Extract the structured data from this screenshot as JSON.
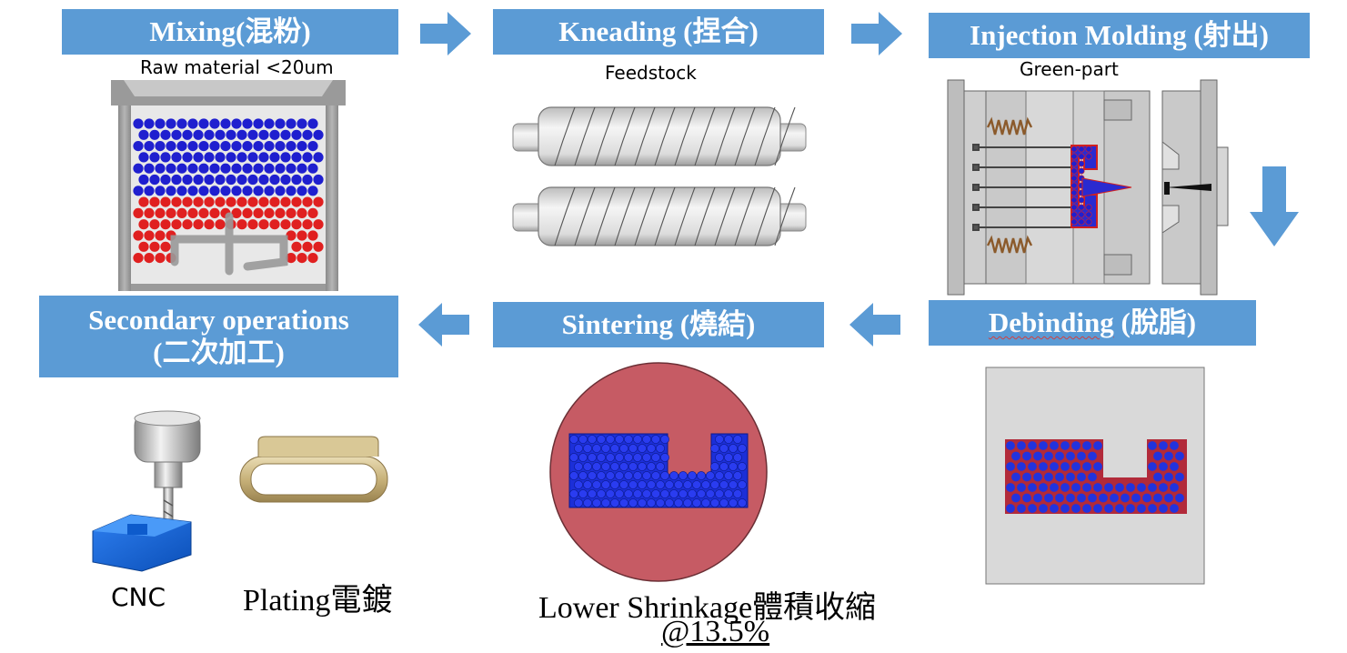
{
  "steps": {
    "mixing": {
      "title": "Mixing(混粉)",
      "caption": "Raw material <20um"
    },
    "kneading": {
      "title": "Kneading (捏合)",
      "caption": "Feedstock"
    },
    "injection": {
      "title": "Injection Molding (射出)",
      "caption": "Green-part"
    },
    "debinding": {
      "title_word": "Debinding",
      "title_rest": " (脫脂)"
    },
    "sintering": {
      "title": "Sintering (燒結)",
      "caption_line1": "Lower Shrinkage體積收縮",
      "caption_line2": "@13.5%"
    },
    "secondary": {
      "title_line1": "Secondary operations",
      "title_line2": "(二次加工)",
      "cnc_label": "CNC",
      "plating_label": "Plating電鍍"
    }
  },
  "colors": {
    "title_bg": "#5b9bd5",
    "arrow": "#5b9bd5",
    "powder_blue": "#1f1fcf",
    "powder_red": "#e02020",
    "sinter_disc": "#c65b64",
    "debind_bg": "#d9d9d9"
  },
  "icons": [
    "right-arrow-icon",
    "left-arrow-icon",
    "down-arrow-icon",
    "mixer-icon",
    "kneading-rollers-icon",
    "injection-mold-icon",
    "sintered-part-icon",
    "debinded-part-icon",
    "cnc-mill-icon",
    "plated-ring-icon"
  ]
}
